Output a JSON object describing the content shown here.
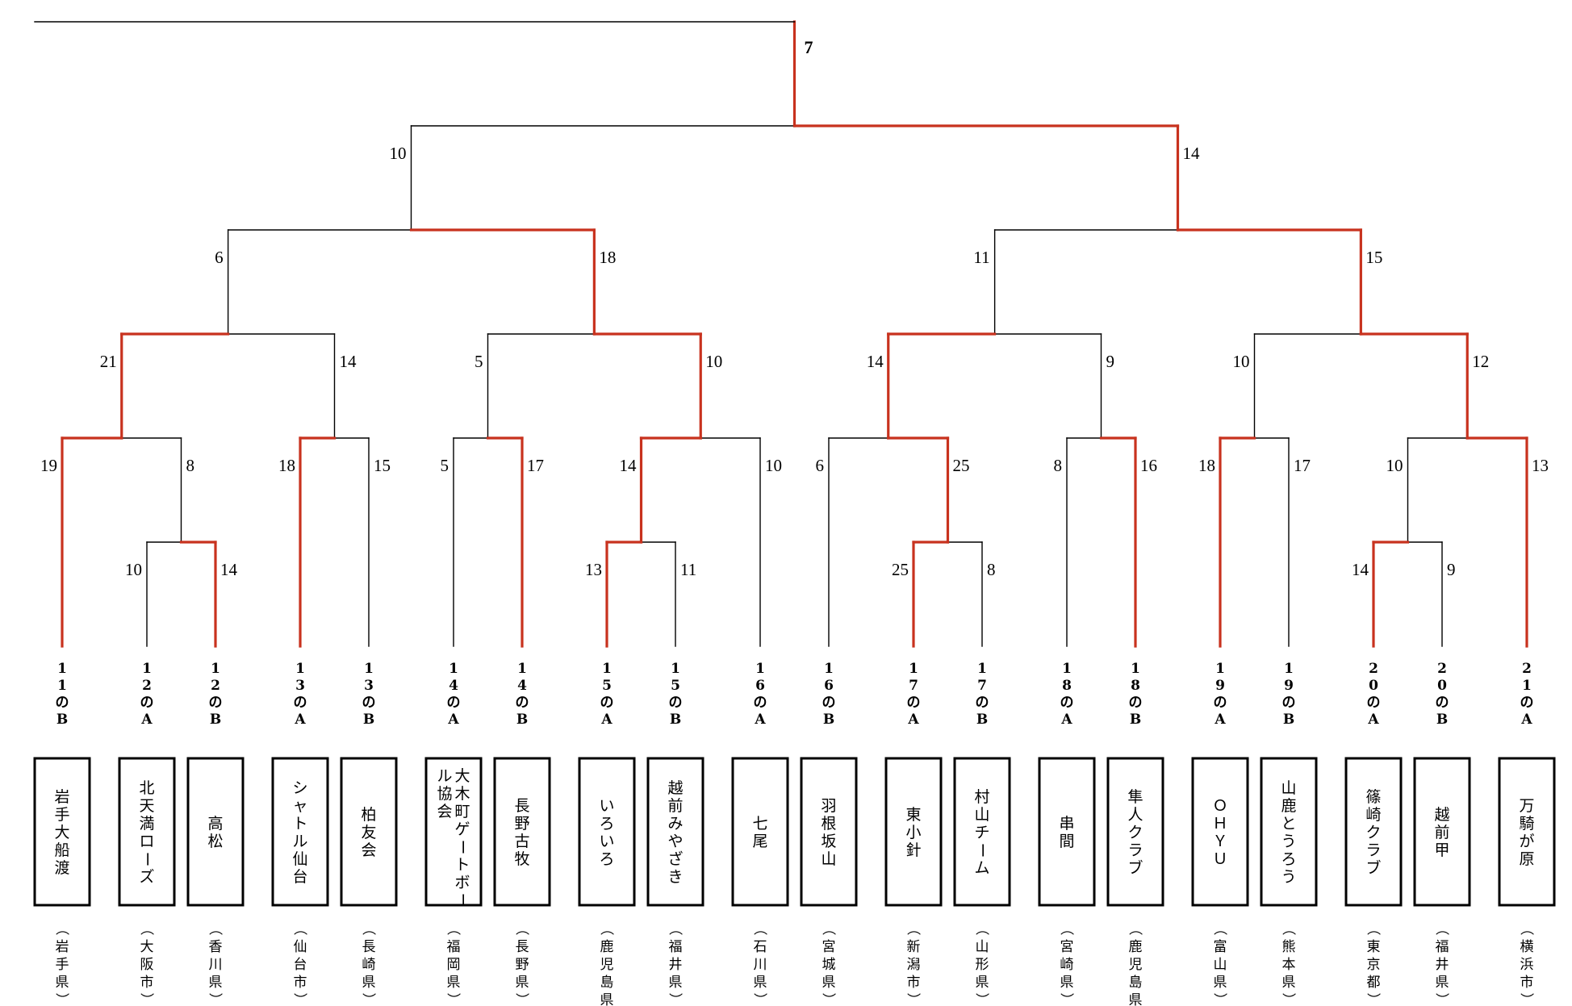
{
  "colors": {
    "winner_line": "#c8321e",
    "line": "#000000",
    "text": "#000000"
  },
  "final_score": "7",
  "entries": [
    {
      "code": "11のB",
      "team": "岩手大船渡",
      "pref": "（岩手県）"
    },
    {
      "code": "12のA",
      "team": "北天満ローズ",
      "pref": "（大阪市）"
    },
    {
      "code": "12のB",
      "team": "高松",
      "pref": "（香川県）"
    },
    {
      "code": "13のA",
      "team": "シャトル仙台",
      "pref": "（仙台市）"
    },
    {
      "code": "13のB",
      "team": "柏友会",
      "pref": "（長崎県）"
    },
    {
      "code": "14のA",
      "team": "大木町ゲートボール協会",
      "pref": "（福岡県）"
    },
    {
      "code": "14のB",
      "team": "長野古牧",
      "pref": "（長野県）"
    },
    {
      "code": "15のA",
      "team": "いろいろ",
      "pref": "（鹿児島県）"
    },
    {
      "code": "15のB",
      "team": "越前みやざき",
      "pref": "（福井県）"
    },
    {
      "code": "16のA",
      "team": "七尾",
      "pref": "（石川県）"
    },
    {
      "code": "16のB",
      "team": "羽根坂山",
      "pref": "（宮城県）"
    },
    {
      "code": "17のA",
      "team": "東小針",
      "pref": "（新潟市）"
    },
    {
      "code": "17のB",
      "team": "村山チーム",
      "pref": "（山形県）"
    },
    {
      "code": "18のA",
      "team": "串間",
      "pref": "（宮崎県）"
    },
    {
      "code": "18のB",
      "team": "隼人クラブ",
      "pref": "（鹿児島県）"
    },
    {
      "code": "19のA",
      "team": "ＯＨＹＵ",
      "pref": "（富山県）"
    },
    {
      "code": "19のB",
      "team": "山鹿とうろう",
      "pref": "（熊本県）"
    },
    {
      "code": "20のA",
      "team": "篠崎クラブ",
      "pref": "（東京都）"
    },
    {
      "code": "20のB",
      "team": "越前甲",
      "pref": "（福井県）"
    },
    {
      "code": "21のA",
      "team": "万騎が原",
      "pref": "（横浜市）"
    }
  ],
  "matches": [
    {
      "id": "m_r1a",
      "left": {
        "team": 1,
        "score": "10"
      },
      "right": {
        "team": 2,
        "score": "14"
      },
      "winner": "right"
    },
    {
      "id": "m_r1b",
      "left": {
        "team": 7,
        "score": "13"
      },
      "right": {
        "team": 8,
        "score": "11"
      },
      "winner": "left"
    },
    {
      "id": "m_r1c",
      "left": {
        "team": 11,
        "score": "25"
      },
      "right": {
        "team": 12,
        "score": "8"
      },
      "winner": "left"
    },
    {
      "id": "m_r1d",
      "left": {
        "team": 17,
        "score": "14"
      },
      "right": {
        "team": 18,
        "score": "9"
      },
      "winner": "left"
    },
    {
      "id": "m_r2_1",
      "left": {
        "team": 0,
        "score": "19"
      },
      "right": {
        "match": "m_r1a",
        "score": "8"
      },
      "winner": "left"
    },
    {
      "id": "m_r2_2",
      "left": {
        "team": 3,
        "score": "18"
      },
      "right": {
        "team": 4,
        "score": "15"
      },
      "winner": "left"
    },
    {
      "id": "m_r2_3",
      "left": {
        "team": 5,
        "score": "5"
      },
      "right": {
        "team": 6,
        "score": "17"
      },
      "winner": "right"
    },
    {
      "id": "m_r2_4",
      "left": {
        "match": "m_r1b",
        "score": "14"
      },
      "right": {
        "team": 9,
        "score": "10"
      },
      "winner": "left"
    },
    {
      "id": "m_r2_5",
      "left": {
        "team": 10,
        "score": "6"
      },
      "right": {
        "match": "m_r1c",
        "score": "25"
      },
      "winner": "right"
    },
    {
      "id": "m_r2_6",
      "left": {
        "team": 13,
        "score": "8"
      },
      "right": {
        "team": 14,
        "score": "16"
      },
      "winner": "right"
    },
    {
      "id": "m_r2_7",
      "left": {
        "team": 15,
        "score": "18"
      },
      "right": {
        "team": 16,
        "score": "17"
      },
      "winner": "left"
    },
    {
      "id": "m_r2_8",
      "left": {
        "match": "m_r1d",
        "score": "10"
      },
      "right": {
        "team": 19,
        "score": "13"
      },
      "winner": "right"
    },
    {
      "id": "m_r3_1",
      "left": {
        "match": "m_r2_1",
        "score": "21"
      },
      "right": {
        "match": "m_r2_2",
        "score": "14"
      },
      "winner": "left"
    },
    {
      "id": "m_r3_2",
      "left": {
        "match": "m_r2_3",
        "score": "5"
      },
      "right": {
        "match": "m_r2_4",
        "score": "10"
      },
      "winner": "right"
    },
    {
      "id": "m_r3_3",
      "left": {
        "match": "m_r2_5",
        "score": "14"
      },
      "right": {
        "match": "m_r2_6",
        "score": "9"
      },
      "winner": "left"
    },
    {
      "id": "m_r3_4",
      "left": {
        "match": "m_r2_7",
        "score": "10"
      },
      "right": {
        "match": "m_r2_8",
        "score": "12"
      },
      "winner": "right"
    },
    {
      "id": "m_r4_1",
      "left": {
        "match": "m_r3_1",
        "score": "6"
      },
      "right": {
        "match": "m_r3_2",
        "score": "18"
      },
      "winner": "right"
    },
    {
      "id": "m_r4_2",
      "left": {
        "match": "m_r3_3",
        "score": "11"
      },
      "right": {
        "match": "m_r3_4",
        "score": "15"
      },
      "winner": "right"
    },
    {
      "id": "m_semi",
      "left": {
        "match": "m_r4_1",
        "score": "10"
      },
      "right": {
        "match": "m_r4_2",
        "score": "14"
      },
      "winner": "right"
    }
  ]
}
